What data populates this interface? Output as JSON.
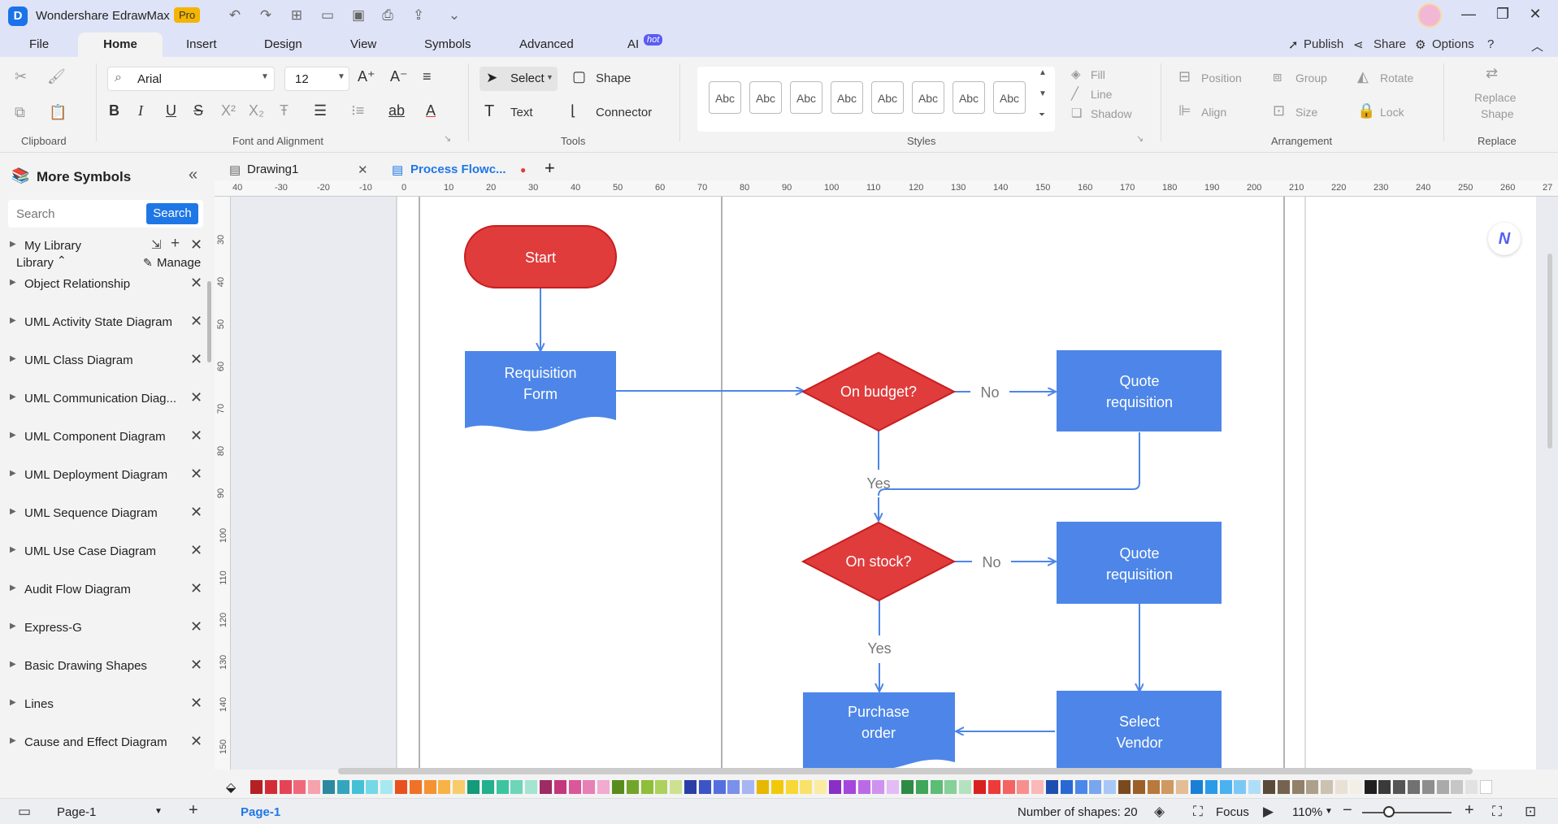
{
  "app": {
    "name": "Wondershare EdrawMax",
    "badge": "Pro",
    "logo_letter": "D"
  },
  "menu": {
    "tabs": [
      "File",
      "Home",
      "Insert",
      "Design",
      "View",
      "Symbols",
      "Advanced",
      "AI"
    ],
    "hot_badge": "hot",
    "right": {
      "publish": "Publish",
      "share": "Share",
      "options": "Options"
    }
  },
  "ribbon": {
    "font_name": "Arial",
    "font_size": "12",
    "select_label": "Select",
    "shape_label": "Shape",
    "text_label": "Text",
    "connector_label": "Connector",
    "style_abc": "Abc",
    "fill": "Fill",
    "line": "Line",
    "shadow": "Shadow",
    "position": "Position",
    "group": "Group",
    "rotate": "Rotate",
    "align": "Align",
    "size": "Size",
    "lock": "Lock",
    "replace_shape_1": "Replace",
    "replace_shape_2": "Shape",
    "groups": {
      "clipboard": "Clipboard",
      "font": "Font and Alignment",
      "tools": "Tools",
      "styles": "Styles",
      "arrangement": "Arrangement",
      "replace": "Replace"
    }
  },
  "sidebar": {
    "title": "More Symbols",
    "search_placeholder": "Search",
    "search_button": "Search",
    "library_label": "Library",
    "manage_label": "Manage",
    "items": [
      "My Library",
      "Object Relationship",
      "UML Activity State Diagram",
      "UML Class Diagram",
      "UML Communication Diag...",
      "UML Component Diagram",
      "UML Deployment Diagram",
      "UML Sequence Diagram",
      "UML Use Case Diagram",
      "Audit Flow Diagram",
      "Express-G",
      "Basic Drawing Shapes",
      "Lines",
      "Cause and Effect Diagram"
    ]
  },
  "doc_tabs": [
    {
      "label": "Drawing1"
    },
    {
      "label": "Process Flowc..."
    }
  ],
  "rulers": {
    "h": [
      "40",
      "-30",
      "-20",
      "-10",
      "0",
      "10",
      "20",
      "30",
      "40",
      "50",
      "60",
      "70",
      "80",
      "90",
      "100",
      "110",
      "120",
      "130",
      "140",
      "150",
      "160",
      "170",
      "180",
      "190",
      "200",
      "210",
      "220",
      "230",
      "240",
      "250",
      "260",
      "27"
    ],
    "v": [
      "30",
      "40",
      "50",
      "60",
      "70",
      "80",
      "90",
      "100",
      "110",
      "120",
      "130",
      "140",
      "150"
    ]
  },
  "diagram": {
    "start": "Start",
    "requisition_1": "Requisition",
    "requisition_2": "Form",
    "on_budget": "On budget?",
    "on_stock": "On stock?",
    "quote1_1": "Quote",
    "quote1_2": "requisition",
    "quote2_1": "Quote",
    "quote2_2": "requisition",
    "purchase_1": "Purchase",
    "purchase_2": "order",
    "vendor_1": "Select",
    "vendor_2": "Vendor",
    "no": "No",
    "yes": "Yes",
    "colors": {
      "red": "#e03c3c",
      "blue": "#4d86e8",
      "line": "#4d86e8"
    }
  },
  "palette": [
    "#b52025",
    "#d42c36",
    "#e54457",
    "#f0697b",
    "#f5a2ad",
    "#2b8aa0",
    "#33a6bd",
    "#45c1d6",
    "#74d8e6",
    "#a8e8f0",
    "#e8501f",
    "#f07226",
    "#f59331",
    "#f7b345",
    "#f8cc6b",
    "#159a7a",
    "#22b08d",
    "#3cc4a0",
    "#6fd5b8",
    "#a4e4d0",
    "#9e2b63",
    "#c3387c",
    "#d9579a",
    "#e780b4",
    "#f2aad0",
    "#5a8c1d",
    "#72a628",
    "#8fbe3a",
    "#acd15c",
    "#cde191",
    "#2a3fa6",
    "#3b55c7",
    "#5570de",
    "#7a90ea",
    "#a7b6f2",
    "#e6b800",
    "#f2c90a",
    "#f7d836",
    "#f9e26a",
    "#fbeca2",
    "#8a2fc4",
    "#a447dc",
    "#bb6ae6",
    "#d092ef",
    "#e3bcf6",
    "#2e8b45",
    "#3fa65a",
    "#5cbd75",
    "#86d09a",
    "#b4e2c0",
    "#d9221f",
    "#ec3b38",
    "#f36462",
    "#f78f8e",
    "#fab9b8",
    "#1c4fb0",
    "#2a69d4",
    "#4b87e8",
    "#78a6ef",
    "#a9c7f6",
    "#7a4a1e",
    "#99602a",
    "#b7793c",
    "#cf9961",
    "#e2bd95",
    "#1a7fd6",
    "#2a9be8",
    "#4ab2f0",
    "#7cc8f5",
    "#b0def9",
    "#5a4a3a",
    "#76634f",
    "#928068",
    "#ada08a",
    "#ccc2b2",
    "#e8e1d4",
    "#f4efe6",
    "#1f1f1f",
    "#3a3a3a",
    "#555555",
    "#717171",
    "#8e8e8e",
    "#aaaaaa",
    "#c6c6c6",
    "#e2e2e2",
    "#ffffff"
  ],
  "status": {
    "page_select": "Page-1",
    "page_tab": "Page-1",
    "shapes_count": "Number of shapes: 20",
    "focus": "Focus",
    "zoom": "110%"
  }
}
